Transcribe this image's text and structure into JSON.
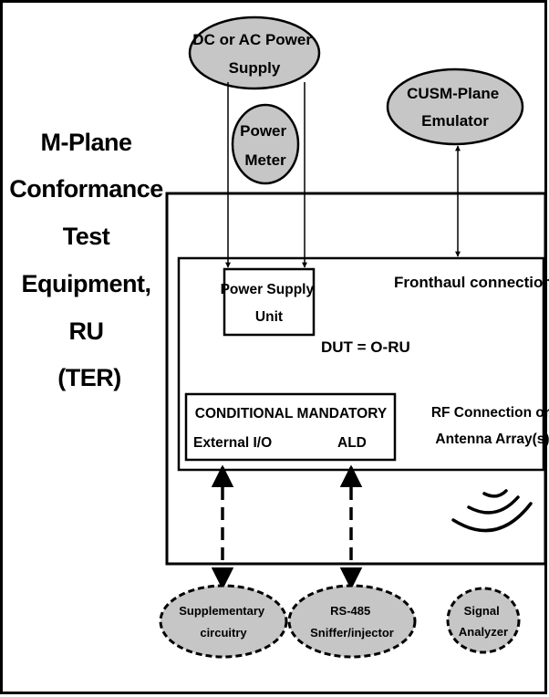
{
  "title_lines": [
    "M-Plane",
    "Conformance",
    "Test",
    "Equipment,",
    "RU",
    "(TER)"
  ],
  "power_supply": [
    "DC or AC Power",
    "Supply"
  ],
  "power_meter": [
    "Power",
    "Meter"
  ],
  "cusm_emulator": [
    "CUSM-Plane",
    "Emulator"
  ],
  "fronthaul_label": "Fronthaul connection",
  "psu_box": [
    "Power Supply",
    "Unit"
  ],
  "dut_label": "DUT = O-RU",
  "cond_box": {
    "title": "CONDITIONAL MANDATORY",
    "left": "External I/O",
    "right": "ALD"
  },
  "rf_label": [
    "RF Connection or",
    "Antenna Array(s)"
  ],
  "supplementary": [
    "Supplementary",
    "circuitry"
  ],
  "rs485": [
    "RS-485",
    "Sniffer/injector"
  ],
  "signal_analyzer": [
    "Signal",
    "Analyzer"
  ]
}
